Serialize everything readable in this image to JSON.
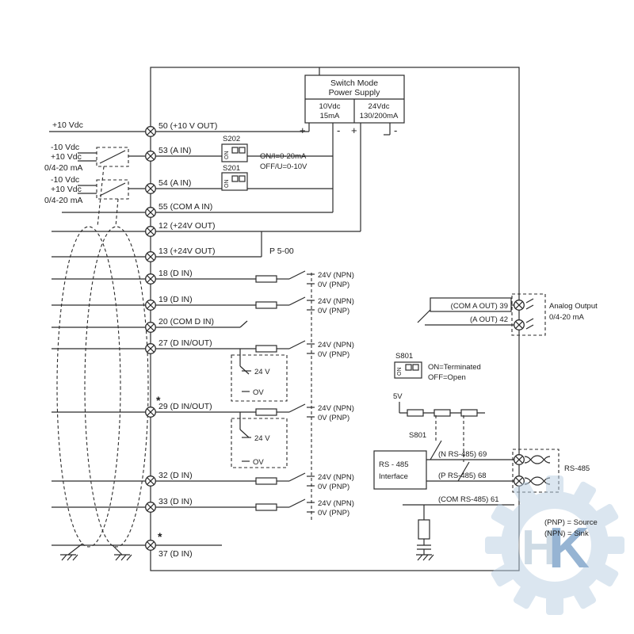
{
  "colors": {
    "line": "#2b2b2b",
    "watermark_light": "#b9cfe2",
    "watermark_dark": "#2f6ba8"
  },
  "psu": {
    "title1": "Switch Mode",
    "title2": "Power Supply",
    "left_v": "10Vdc",
    "left_i": "15mA",
    "right_v": "24Vdc",
    "right_i": "130/200mA",
    "plus": "+",
    "minus": "-"
  },
  "left_labels": {
    "p10": "+10 Vdc",
    "m10a": "-10 Vdc",
    "p10a": "+10 Vdc",
    "ma_a": "0/4-20 mA",
    "m10b": "-10 Vdc",
    "p10b": "+10 Vdc",
    "ma_b": "0/4-20 mA"
  },
  "terminals": {
    "t50": "50 (+10 V OUT)",
    "t53": "53 (A IN)",
    "t54": "54 (A IN)",
    "t55": "55 (COM A IN)",
    "t12": "12 (+24V OUT)",
    "t13": "13 (+24V OUT)",
    "t18": "18 (D IN)",
    "t19": "19 (D IN)",
    "t20": "20 (COM D IN)",
    "t27": "27 (D IN/OUT)",
    "t29": "29 (D IN/OUT)",
    "t32": "32 (D IN)",
    "t33": "33 (D IN)",
    "t37": "37 (D IN)",
    "star": "*"
  },
  "switches": {
    "s202": "S202",
    "s201": "S201",
    "on": "ON",
    "s202_note1": "ON/I=0-20mA",
    "s202_note2": "OFF/U=0-10V",
    "s801": "S801",
    "s801_note1": "ON=Terminated",
    "s801_note2": "OFF=Open"
  },
  "digital": {
    "npn": "24V (NPN)",
    "pnp": "0V (PNP)",
    "v24": "24 V",
    "ov": "OV",
    "param": "P 5-00",
    "v5": "5V"
  },
  "analog_out": {
    "com": "(COM A OUT) 39",
    "out": "(A OUT) 42",
    "title1": "Analog Output",
    "title2": "0/4-20 mA"
  },
  "rs485": {
    "box1": "RS - 485",
    "box2": "Interface",
    "n": "(N RS-485) 69",
    "p": "(P RS-485) 68",
    "com": "(COM RS-485) 61",
    "label": "RS-485"
  },
  "legend": {
    "pnp": "(PNP) = Source",
    "npn": "(NPN) = Sink"
  },
  "watermark": {
    "h": "H",
    "k": "K"
  }
}
